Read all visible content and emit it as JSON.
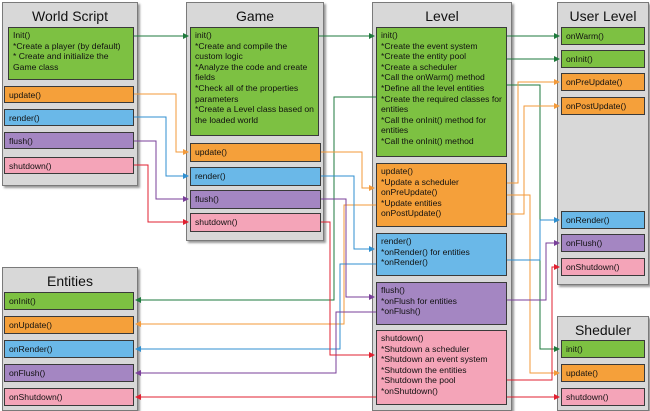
{
  "panels": {
    "world_script": {
      "title": "World Script",
      "init": "Init()\n*Create a player (by default)\n* Create and initialize the Game class",
      "update": "update()",
      "render": "render()",
      "flush": "flush()",
      "shutdown": "shutdown()"
    },
    "game": {
      "title": "Game",
      "init": "init()\n*Create and compile the custom logic\n*Analyze the code and create fields\n*Check all of the properties parameters\n*Create a Level class based on the loaded world",
      "update": "update()",
      "render": "render()",
      "flush": "flush()",
      "shutdown": "shutdown()"
    },
    "level": {
      "title": "Level",
      "init": "init()\n*Create the event system\n*Create the entity pool\n*Create a scheduler\n*Call the onWarm() method\n*Define all the level entities\n*Create the required classes for entities\n*Call the onInit() method for entities\n*Call the onInit() method",
      "update": "update()\n*Update a scheduler\nonPreUpdate()\n*Update entities\nonPostUpdate()",
      "render": "render()\n*onRender() for entities\n*onRender()",
      "flush": "flush()\n*onFlush for entities\n*onFlush()",
      "shutdown": "shutdown()\n*Shutdown a scheduler\n*Shutdown an event system\n*Shutdown the entities\n*Shutdown the pool\n*onShutdown()"
    },
    "user_level": {
      "title": "User Level",
      "on_warm": "onWarm()",
      "on_init": "onInit()",
      "on_pre_update": "onPreUpdate()",
      "on_post_update": "onPostUpdate()",
      "on_render": "onRender()",
      "on_flush": "onFlush()",
      "on_shutdown": "onShutdown()"
    },
    "entities": {
      "title": "Entities",
      "on_init": "onInit()",
      "on_update": "onUpdate()",
      "on_render": "onRender()",
      "on_flush": "onFlush()",
      "on_shutdown": "onShutdown()"
    },
    "scheduler": {
      "title": "Sheduler",
      "init": "init()",
      "update": "update()",
      "shutdown": "shutdown()"
    }
  },
  "colors": {
    "init": "#7dc142",
    "update": "#f5a03a",
    "render": "#6ab8e8",
    "flush": "#a486c2",
    "shutdown": "#f4a4b8",
    "init_wire": "#1e7a3c",
    "update_wire": "#f39a3a",
    "render_wire": "#2f8fd0",
    "flush_wire": "#7a3f9a",
    "shutdown_wire": "#e02030",
    "panel_bg": "#d8d8d8"
  }
}
